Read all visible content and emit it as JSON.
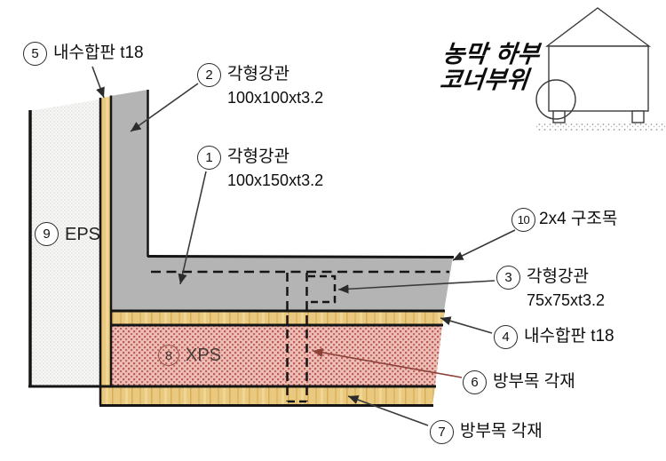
{
  "title": {
    "line1": "농막 하부",
    "line2": "코너부위"
  },
  "labels": [
    {
      "num": "1",
      "name": "각형강관",
      "size": "100x150xt3.2"
    },
    {
      "num": "2",
      "name": "각형강관",
      "size": "100x100xt3.2"
    },
    {
      "num": "3",
      "name": "각형강관",
      "size": "75x75xt3.2"
    },
    {
      "num": "4",
      "name": "내수합판 t18"
    },
    {
      "num": "5",
      "name": "내수합판 t18"
    },
    {
      "num": "6",
      "name": "방부목 각재"
    },
    {
      "num": "7",
      "name": "방부목 각재"
    },
    {
      "num": "8",
      "name": "XPS"
    },
    {
      "num": "9",
      "name": "EPS"
    },
    {
      "num": "10",
      "name": "2x4 구조목"
    }
  ],
  "colors": {
    "steel_gray": "#b4b4b5",
    "plywood_tan": "#e9c87f",
    "xps_pink": "#edbeb7",
    "xps_dot": "#b95c54",
    "eps_white": "#f7f7f6",
    "line_black": "#151515",
    "leader_dark": "#3a3a3a",
    "leader_maroon": "#8b4038"
  }
}
